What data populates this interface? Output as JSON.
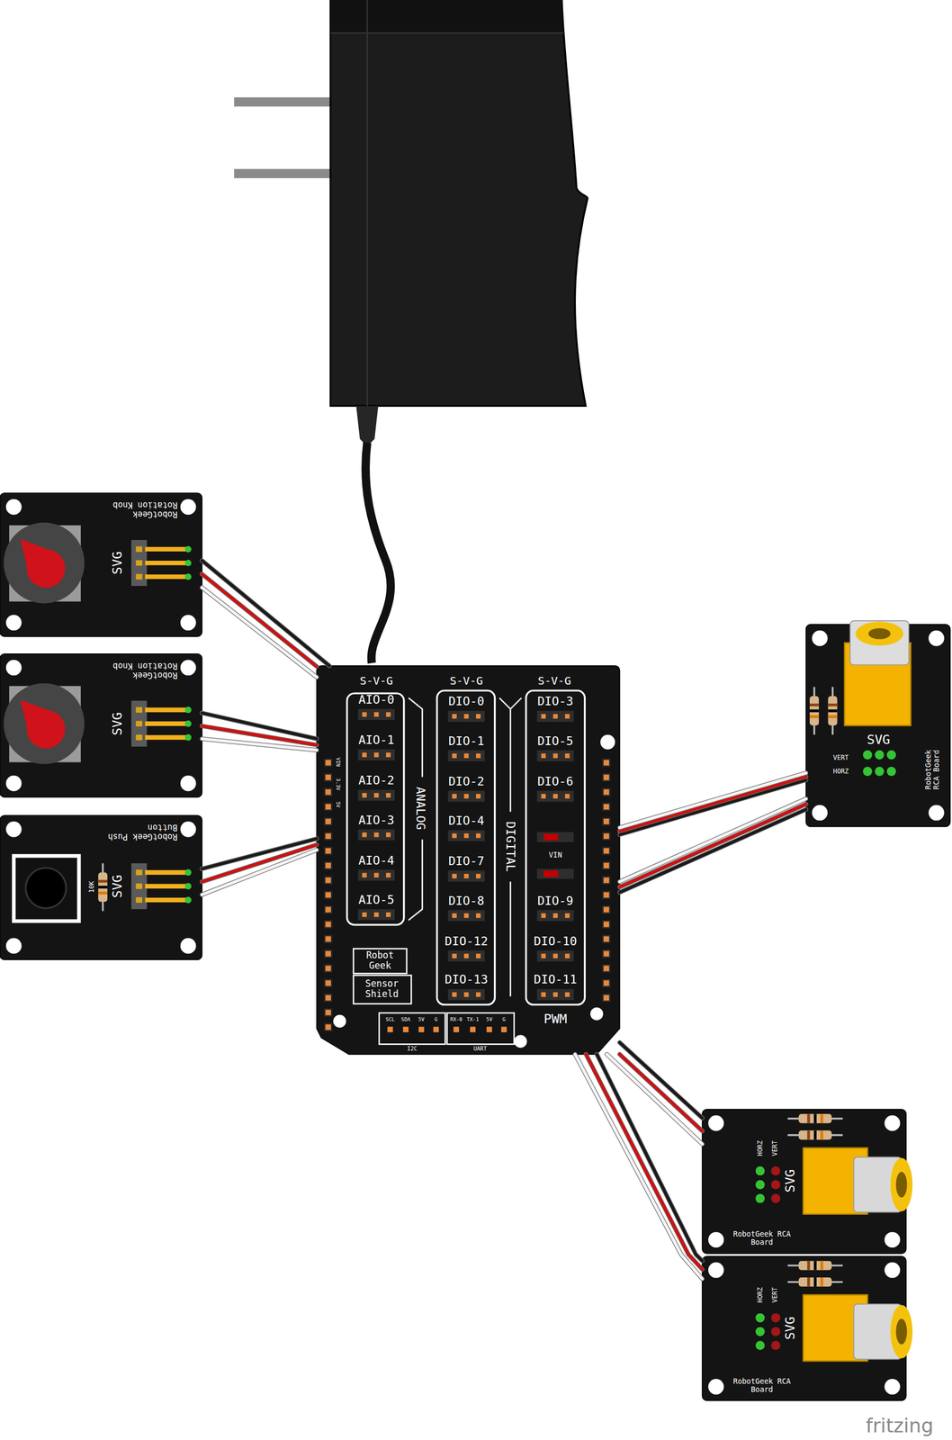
{
  "diagram": {
    "nodes": [
      {
        "text": [
          "RobotGeek Rotation Knob",
          "SVG"
        ]
      },
      {
        "text": [
          "RobotGeek Rotation Knob",
          "SVG"
        ]
      },
      {
        "text": [
          "RobotGeek Push Button",
          "10K",
          "SVG"
        ]
      },
      {
        "text": [
          "S-V-G",
          "S-V-G",
          "S-V-G",
          "AIO-0",
          "AIO-1",
          "AIO-2",
          "AIO-3",
          "AIO-4",
          "AIO-5",
          "ANALOG",
          "DIO-0",
          "DIO-1",
          "DIO-2",
          "DIO-4",
          "DIO-7",
          "DIO-8",
          "DIO-12",
          "DIO-13",
          "DIGITAL",
          "DIO-3",
          "DIO-5",
          "DIO-6",
          "VIN",
          "DIO-9",
          "DIO-10",
          "DIO-11",
          "PWM",
          "Robot Geek",
          "Sensor Shield",
          "SCL",
          "SDA",
          "5V",
          "G",
          "RX-0",
          "TX-1",
          "5V",
          "G",
          "I2C",
          "UART",
          "VIN",
          "3.3V",
          "5V"
        ]
      },
      {
        "text": [
          "VERT",
          "HORZ",
          "SVG",
          "RobotGeek RCA Board"
        ]
      },
      {
        "text": [
          "HORZ",
          "VERT",
          "SVG",
          "RobotGeek RCA Board"
        ]
      },
      {
        "text": [
          "HORZ",
          "VERT",
          "SVG",
          "RobotGeek RCA Board"
        ]
      }
    ],
    "edges": [
      {
        "from": 0,
        "to": 3,
        "arrow": "none"
      },
      {
        "from": 1,
        "to": 3,
        "arrow": "none"
      },
      {
        "from": 2,
        "to": 3,
        "arrow": "none"
      },
      {
        "from": 4,
        "to": 3,
        "arrow": "none"
      },
      {
        "from": 4,
        "to": 3,
        "arrow": "none"
      },
      {
        "from": 5,
        "to": 3,
        "arrow": "none"
      },
      {
        "from": 6,
        "to": 3,
        "arrow": "none"
      }
    ],
    "labels": [
      "fritzing"
    ]
  }
}
